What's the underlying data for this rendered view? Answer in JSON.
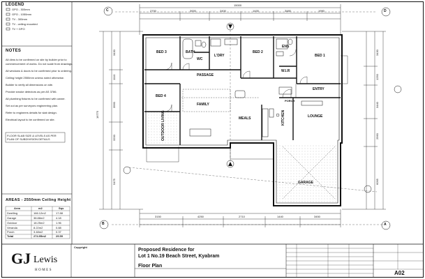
{
  "legend": {
    "heading": "LEGEND",
    "items": [
      "GPO - 300mm",
      "GPO - 1050mm",
      "TV - 300mm",
      "TV - ceiling mounted",
      "TV + GPO"
    ]
  },
  "notes": {
    "heading": "NOTES",
    "lines": [
      "All dims to be confirmed on site by builder prior to",
      "commencement of works. Do not scale from drawings.",
      "All windows & doors to be confirmed prior to ordering.",
      "Ceiling height 2550mm unless noted otherwise.",
      "Builder to verify all dimensions on site.",
      "Provide smoke detectors as per AS 3786.",
      "All plumbing fixtures to be confirmed with owner.",
      "Set out as per surveyors engineering plan.",
      "Refer to engineers details for slab design.",
      "Electrical layout to be confirmed on site."
    ],
    "box_lines": [
      "FLOOR SLAB SIZE & LEVELS AS PER",
      "PLAN OF SUBDIVISION DETAILS"
    ]
  },
  "areas": {
    "heading": "AREAS - 2550mm Ceiling Height",
    "columns": [
      "Area",
      "m2",
      "Sqs"
    ],
    "rows": [
      [
        "Dwelling",
        "166.12m2",
        "17.88"
      ],
      [
        "Garage",
        "38.88m2",
        "4.18"
      ],
      [
        "Outdoor",
        "18.25m2",
        "1.96"
      ],
      [
        "Veranda",
        "8.22m2",
        "0.88"
      ],
      [
        "Porch",
        "3.48m2",
        "0.37"
      ],
      [
        "Total",
        "274.95m2",
        "29.59"
      ]
    ]
  },
  "rooms": {
    "bed3": "BED 3",
    "bath": "BATH",
    "wc": "WC",
    "ldry": "L'DRY",
    "bed2": "BED 2",
    "ens": "ENS",
    "bed1": "BED 1",
    "wir": "W.I.R",
    "passage": "PASSAGE",
    "entry": "ENTRY",
    "bed4": "BED 4",
    "family": "FAMILY",
    "meals": "MEALS",
    "kitchen": "KITCHEN",
    "lounge": "LOUNGE",
    "outdoor": "OUTDOOR LIVING",
    "garage": "GARAGE",
    "porch": "PORCH"
  },
  "grid_markers": {
    "c": "C",
    "d": "D",
    "b": "B",
    "a": "A"
  },
  "dimensions": {
    "overall_top": "15000",
    "overall_side": "16775",
    "top_segments": [
      "2700",
      "3000",
      "2400",
      "1430",
      "3480",
      "1990"
    ],
    "bottom_segments": [
      "3150",
      "4250",
      "2710",
      "1440",
      "3450"
    ],
    "left_segments": [
      "3430",
      "1110",
      "3560",
      "3200",
      "5475"
    ],
    "right_segments": [
      "3430",
      "1250",
      "3440",
      "2560",
      "6095"
    ]
  },
  "title_block": {
    "company_first": "GJ",
    "company_last": "Lewis",
    "company_sub": "HOMES",
    "copyright": "Copyright",
    "project_line1": "Proposed Residence for",
    "project_line2": "Lot 1 No.19 Beach Street, Kyabram",
    "drawing_title": "Floor Plan",
    "sheet_no": "A02"
  },
  "colors": {
    "ink": "#111111",
    "paper": "#ffffff",
    "hatch": "#555555"
  }
}
